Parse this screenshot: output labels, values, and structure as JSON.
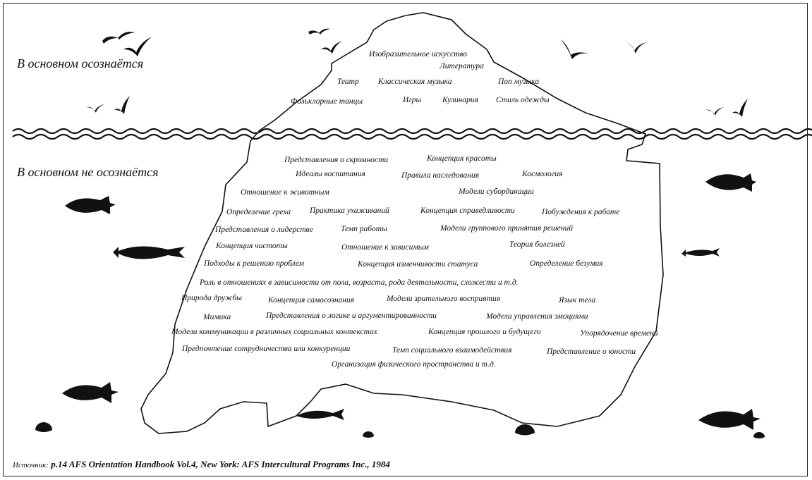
{
  "headings": {
    "conscious": "В основном осознаётся",
    "unconscious": "В основном не осознаётся"
  },
  "above_items": [
    "Изобразительное искусство",
    "Литература",
    "Театр",
    "Классическая музыка",
    "Поп музыка",
    "Фольклорные танцы",
    "Игры",
    "Кулинария",
    "Стиль одежды"
  ],
  "below_items": [
    "Представления о скромности",
    "Концепция красоты",
    "Идеалы воспитания",
    "Правила наследования",
    "Космология",
    "Отношение к животным",
    "Модели субординации",
    "Определение греха",
    "Практика ухаживаний",
    "Концепция справедливости",
    "Побуждения к работе",
    "Представления о лидерстве",
    "Темп работы",
    "Модели группового принятия решений",
    "Концепция чистоты",
    "Отношение к зависимым",
    "Теория болезней",
    "Подходы к решению проблем",
    "Концепция изменчивости статуса",
    "Определение безумия",
    "Роль в отношениях в зависимости от пола, возраста, рода деятельности, схожести и т.д.",
    "Природа дружбы",
    "Концепция самосознания",
    "Модели зрительного восприятия",
    "Язык тела",
    "Мимика",
    "Представления о логике и аргументированности",
    "Модели управления эмоциями",
    "Модели коммуникации в различных социальных контекстах",
    "Концепция прошлого и будущего",
    "Упорядочение времени",
    "Предпочтение сотрудничества или конкуренции",
    "Темп социального взаимодействия",
    "Представление о юности",
    "Организация физического пространства и т.д."
  ],
  "source": {
    "label": "Источник:",
    "reference": "p.14 AFS Orientation Handbook Vol.4, New York: AFS Intercultural Programs Inc., 1984"
  },
  "icons": [
    "bird-icon",
    "fish-icon",
    "shell-icon",
    "wave-icon",
    "iceberg-icon"
  ]
}
